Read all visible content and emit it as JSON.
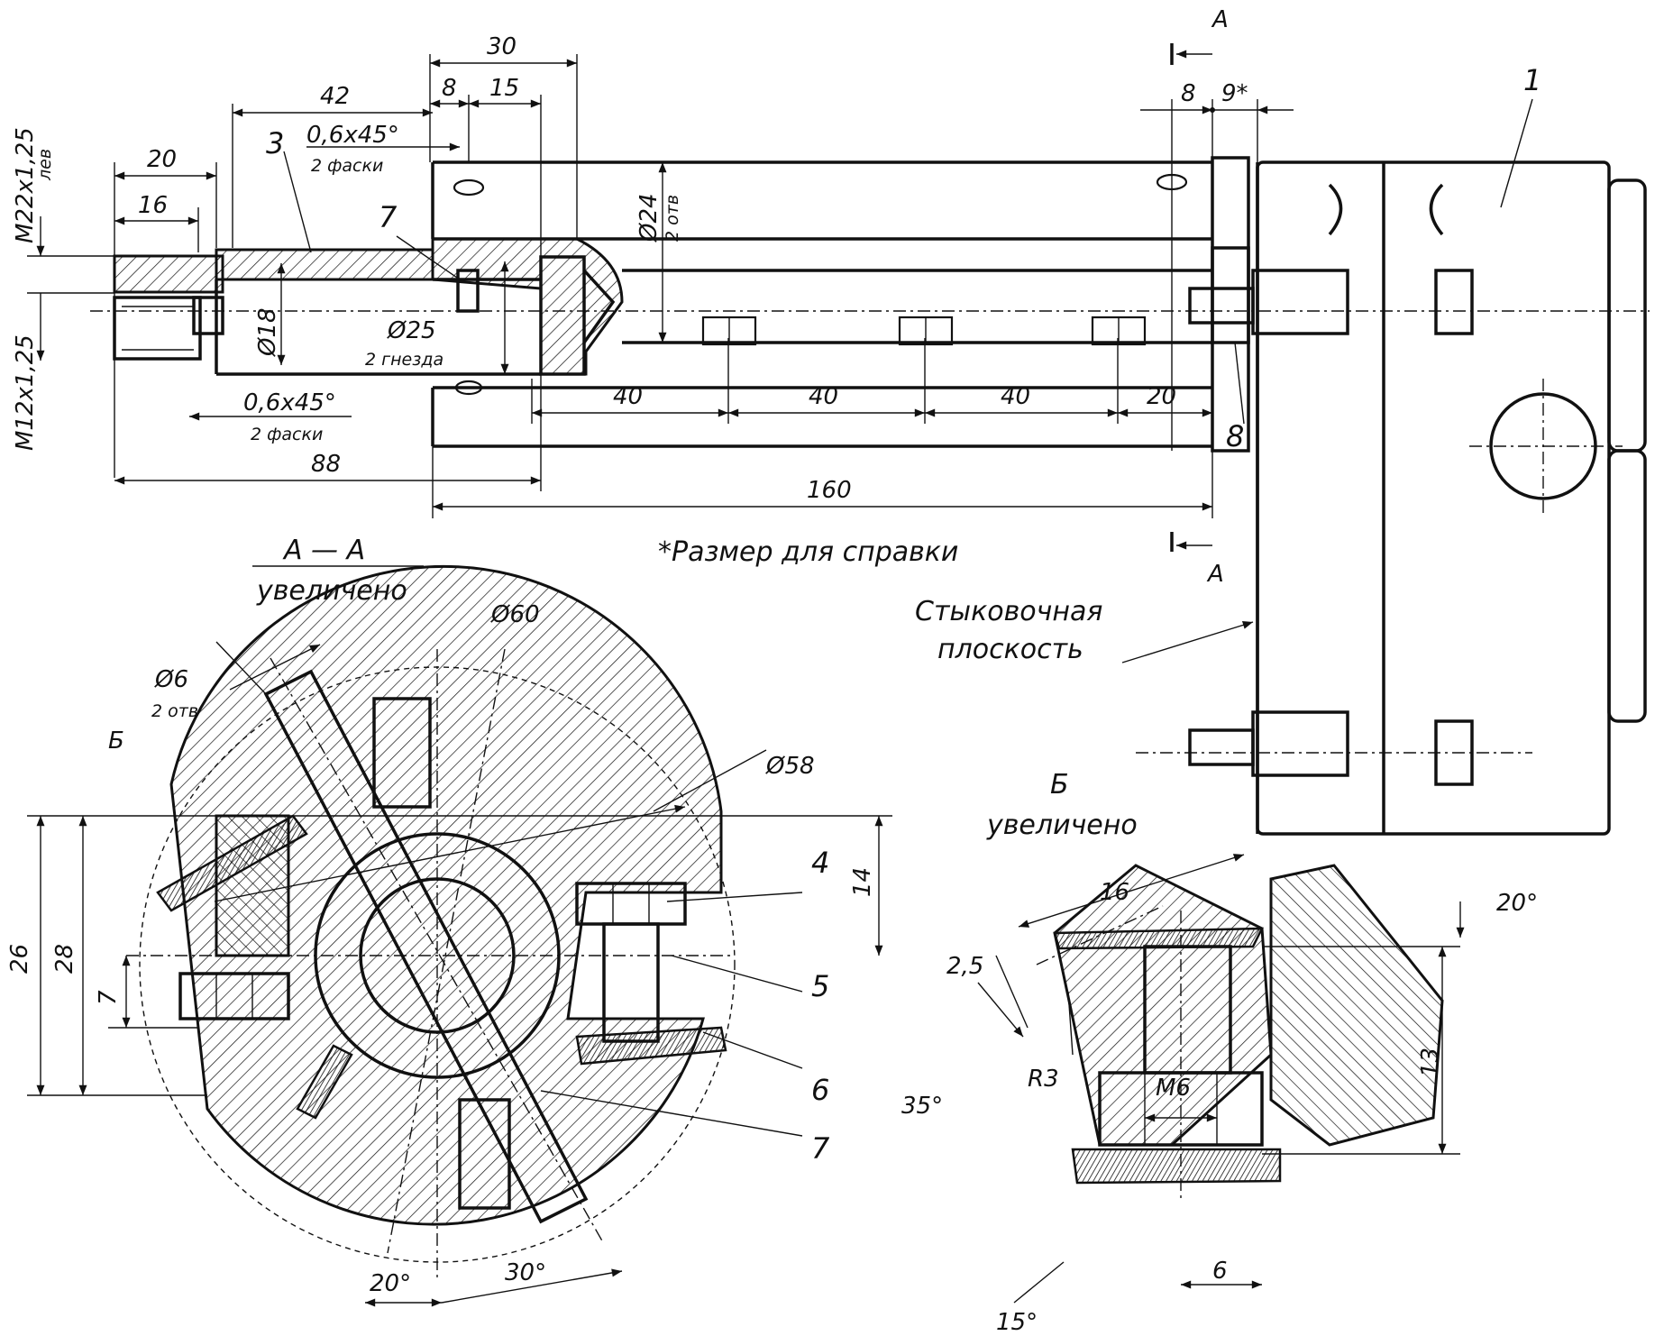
{
  "colors": {
    "ink": "#111111",
    "paper": "#ffffff"
  },
  "dims": {
    "m22": "M22x1,25",
    "lev": "лев",
    "m12": "M12x1,25",
    "d20": "20",
    "d16": "16",
    "d42": "42",
    "d30": "30",
    "d8a": "8",
    "d15": "15",
    "chamfer_top": "0,6x45°",
    "chamfer_top_note": "2 фаски",
    "chamfer_bot": "0,6x45°",
    "chamfer_bot_note": "2 фаски",
    "d18": "Ø18",
    "d25": "Ø25",
    "d25_note": "2 гнезда",
    "d24": "Ø24",
    "d24_note": "2 отв",
    "d40a": "40",
    "d40b": "40",
    "d40c": "40",
    "d20b": "20",
    "d88": "88",
    "d160": "160",
    "d8b": "8",
    "d9": "9*",
    "secA_top": "A",
    "secA_bot": "A"
  },
  "parts": {
    "p1": "1",
    "p3": "3",
    "p7top": "7",
    "p8": "8",
    "p4": "4",
    "p5": "5",
    "p6": "6",
    "p7": "7"
  },
  "notes": {
    "reference": "*Размер для справки",
    "docking_1": "Стыковочная",
    "docking_2": "плоскость"
  },
  "sectionAA": {
    "title": "A — A",
    "subtitle": "увеличено",
    "d6": "Ø6",
    "d6_note": "2 отв",
    "b": "Б",
    "d60": "Ø60",
    "d58": "Ø58",
    "d26": "26",
    "d28": "28",
    "d7": "7",
    "d14": "14",
    "a20": "20°",
    "a30": "30°"
  },
  "detailB": {
    "title": "Б",
    "subtitle": "увеличено",
    "d16": "16",
    "a20": "20°",
    "d2_5": "2,5",
    "a35": "35°",
    "r3": "R3",
    "m6": "M6",
    "d13": "13",
    "a15": "15°",
    "d6": "6"
  }
}
